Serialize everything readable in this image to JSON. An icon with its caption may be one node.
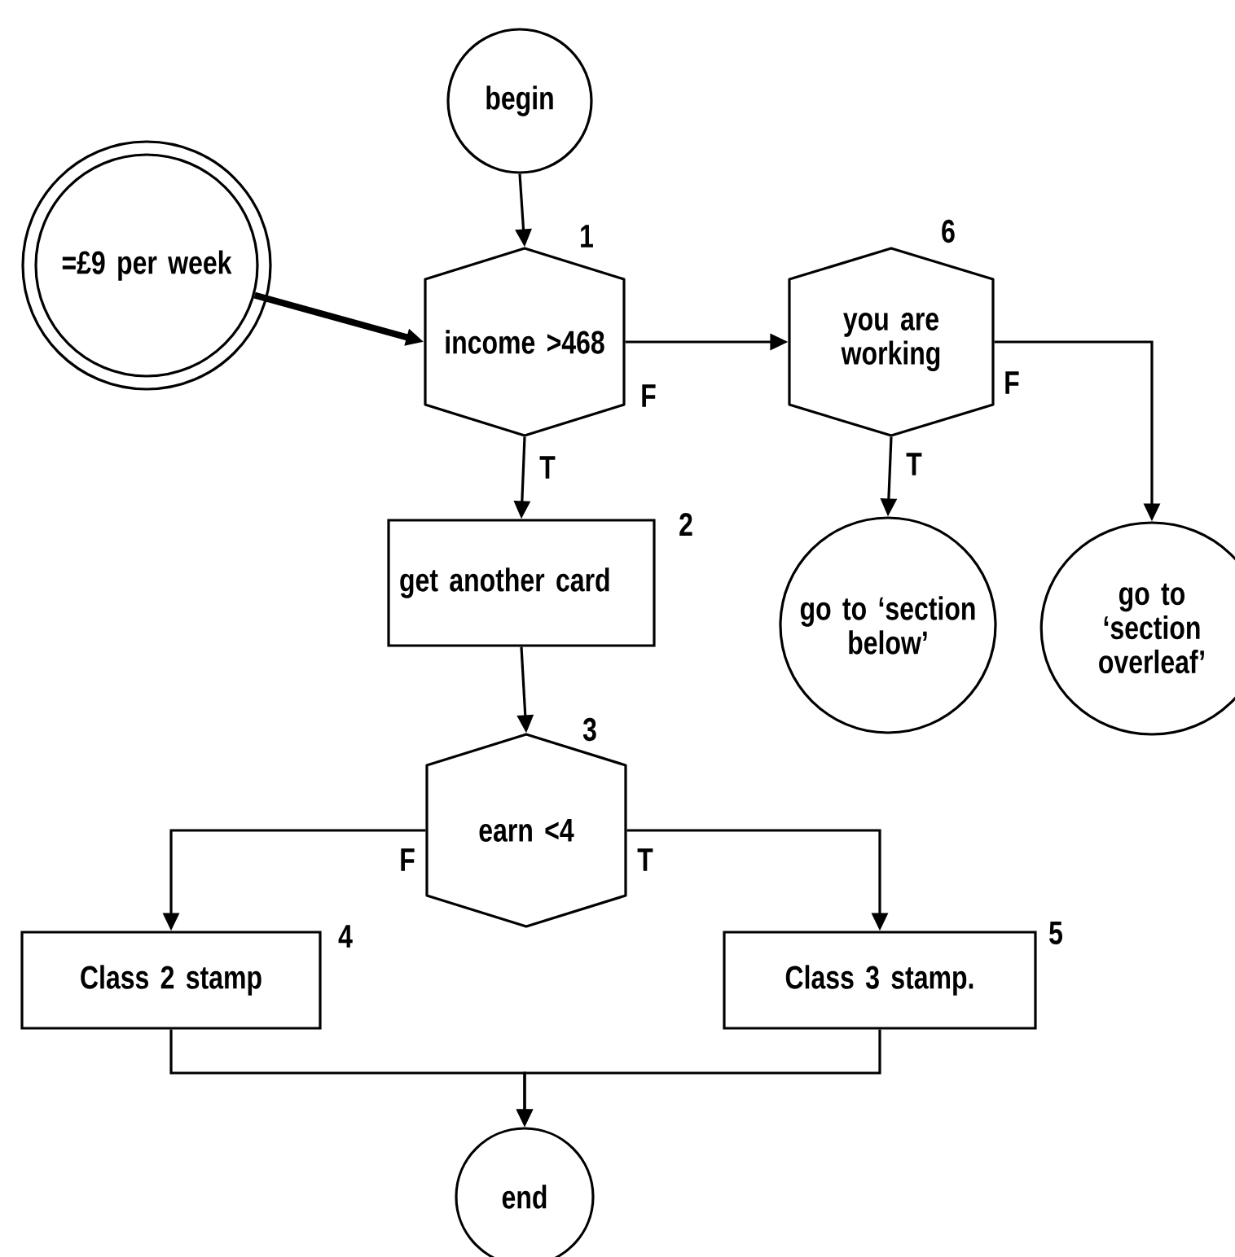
{
  "diagram": {
    "nodes": [
      {
        "text": [
          "begin"
        ]
      },
      {
        "text": [
          "=£9 per week"
        ]
      },
      {
        "text": [
          "income >468"
        ],
        "beside": [
          "1"
        ]
      },
      {
        "text": [
          "you are working"
        ],
        "beside": [
          "6"
        ]
      },
      {
        "text": [
          "get another card"
        ],
        "beside": [
          "2"
        ]
      },
      {
        "text": [
          "go to ‘section below’"
        ]
      },
      {
        "text": [
          "go to ‘section overleaf’"
        ]
      },
      {
        "text": [
          "earn <4"
        ],
        "beside": [
          "3"
        ]
      },
      {
        "text": [
          "Class 2 stamp"
        ],
        "beside": [
          "4"
        ]
      },
      {
        "text": [
          "Class 3 stamp."
        ],
        "beside": [
          "5"
        ]
      },
      {
        "text": [
          "end"
        ]
      }
    ],
    "edges": [
      {
        "from": 0,
        "to": 2,
        "arrow": "to"
      },
      {
        "from": 1,
        "to": 2,
        "arrow": "to",
        "style": "thick"
      },
      {
        "from": 2,
        "to": 3,
        "arrow": "to",
        "label": "F"
      },
      {
        "from": 2,
        "to": 4,
        "arrow": "to",
        "label": "T"
      },
      {
        "from": 3,
        "to": 5,
        "arrow": "to",
        "label": "T"
      },
      {
        "from": 3,
        "to": 6,
        "arrow": "to",
        "label": "F"
      },
      {
        "from": 4,
        "to": 7,
        "arrow": "to"
      },
      {
        "from": 7,
        "to": 8,
        "arrow": "to",
        "label": "F"
      },
      {
        "from": 7,
        "to": 9,
        "arrow": "to",
        "label": "T"
      },
      {
        "from": 8,
        "to": 10,
        "arrow": "to"
      },
      {
        "from": 9,
        "to": 10,
        "arrow": "to"
      }
    ]
  }
}
